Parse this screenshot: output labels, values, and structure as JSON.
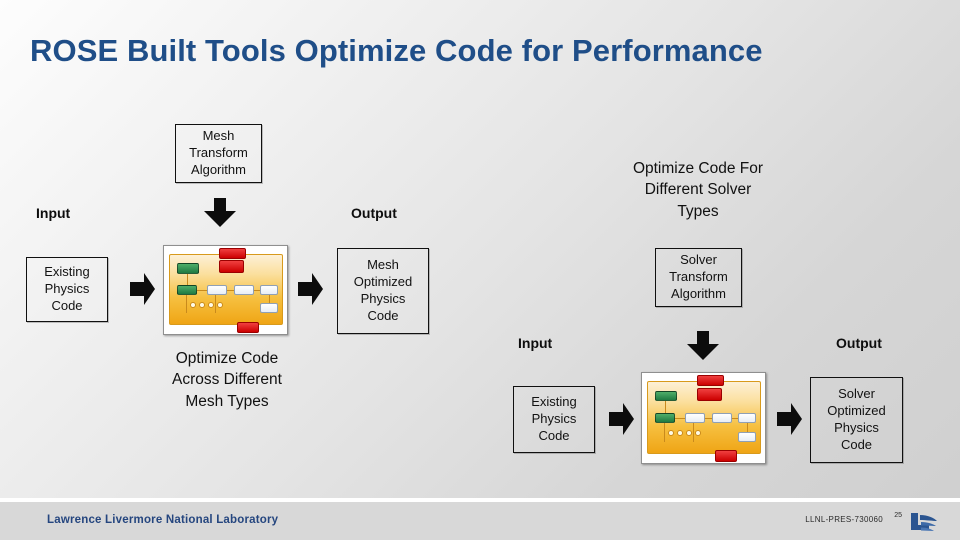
{
  "slide": {
    "title": "ROSE Built Tools Optimize Code for Performance",
    "background_top_color": "#fdfdfd",
    "background_bottom_color": "#cfcfcf",
    "title_color": "#1f4e88"
  },
  "mesh_flow": {
    "transform_box": "Mesh\nTransform\nAlgorithm",
    "transform_box_lines": [
      "Mesh",
      "Transform",
      "Algorithm"
    ],
    "input_label": "Input",
    "output_label": "Output",
    "input_box_lines": [
      "Existing",
      "Physics",
      "Code"
    ],
    "output_box_lines": [
      "Mesh",
      "Optimized",
      "Physics",
      "Code"
    ],
    "caption_lines": [
      "Optimize Code",
      "Across Different",
      "Mesh Types"
    ]
  },
  "solver_flow": {
    "heading_lines": [
      "Optimize Code For",
      "Different Solver",
      "Types"
    ],
    "transform_box_lines": [
      "Solver",
      "Transform",
      "Algorithm"
    ],
    "input_label": "Input",
    "output_label": "Output",
    "input_box_lines": [
      "Existing",
      "Physics",
      "Code"
    ],
    "output_box_lines": [
      "Solver",
      "Optimized",
      "Physics",
      "Code"
    ]
  },
  "thumbnail": {
    "alt": "ROSE compiler infrastructure architecture diagram",
    "accent_orange": "#f6c040",
    "accent_green": "#1f7a42",
    "accent_red": "#cc0000"
  },
  "footer": {
    "organization": "Lawrence Livermore National Laboratory",
    "organization_color": "#25467f",
    "pres_number": "LLNL-PRES-730060",
    "page_number": "25",
    "logo_name": "llnl-flame-logo"
  }
}
